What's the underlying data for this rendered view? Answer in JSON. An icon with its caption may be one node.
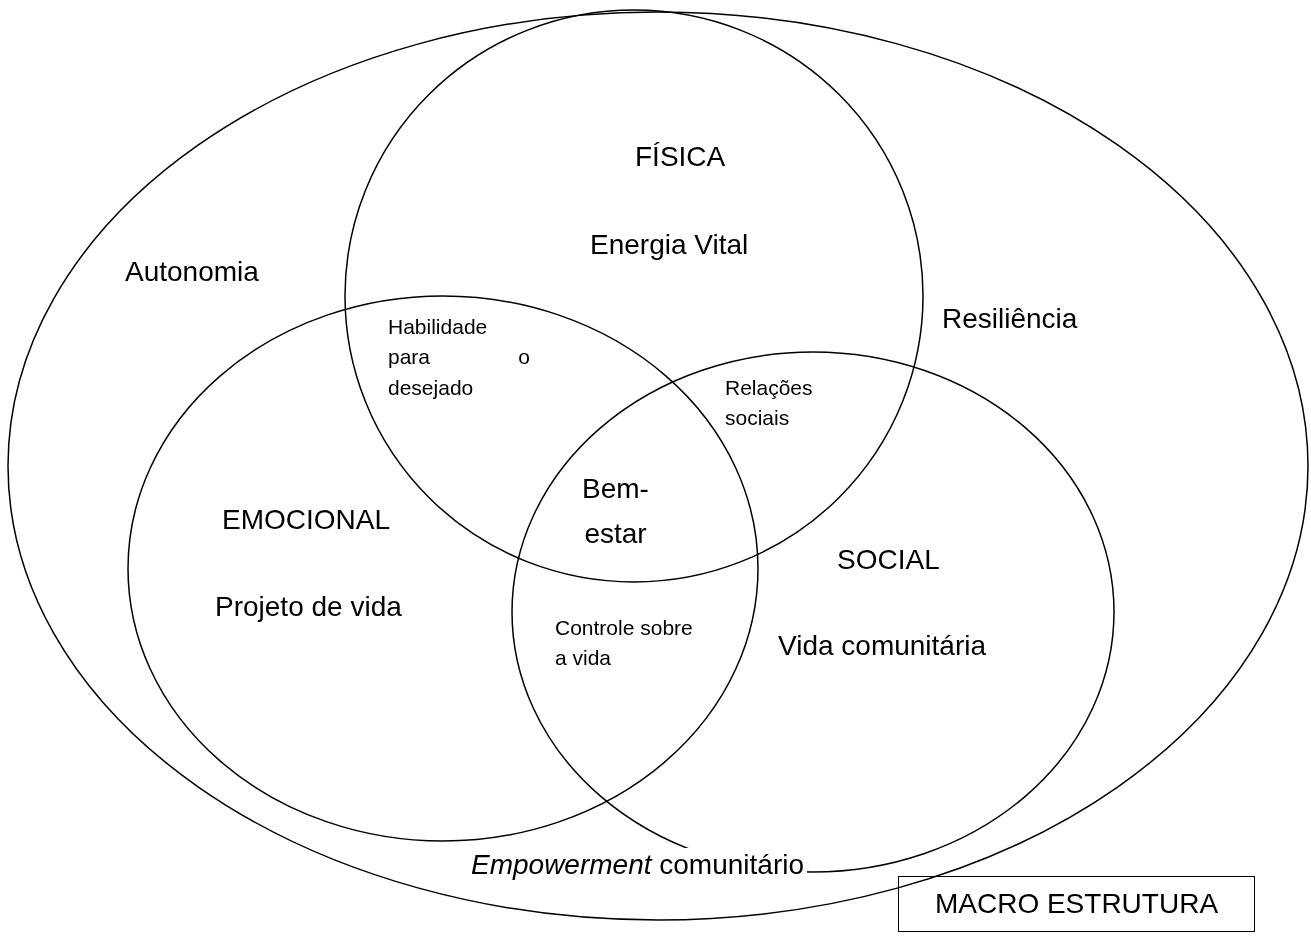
{
  "diagram": {
    "nodes": [
      {
        "text": [
          "Autonomia",
          "Resiliência",
          "*Empowerment* comunitário"
        ]
      },
      {
        "text": [
          "FÍSICA",
          "Energia Vital"
        ],
        "in": 0
      },
      {
        "text": [
          "EMOCIONAL",
          "Projeto de vida"
        ],
        "in": 0
      },
      {
        "text": [
          "SOCIAL",
          "Vida comunitária"
        ],
        "in": 0
      },
      {
        "text": [
          "MACRO ESTRUTURA"
        ]
      }
    ],
    "edges": [],
    "labels": [
      "Habilidade para o desejado",
      "Relações sociais",
      "Bem-estar",
      "Controle sobre a vida"
    ]
  }
}
